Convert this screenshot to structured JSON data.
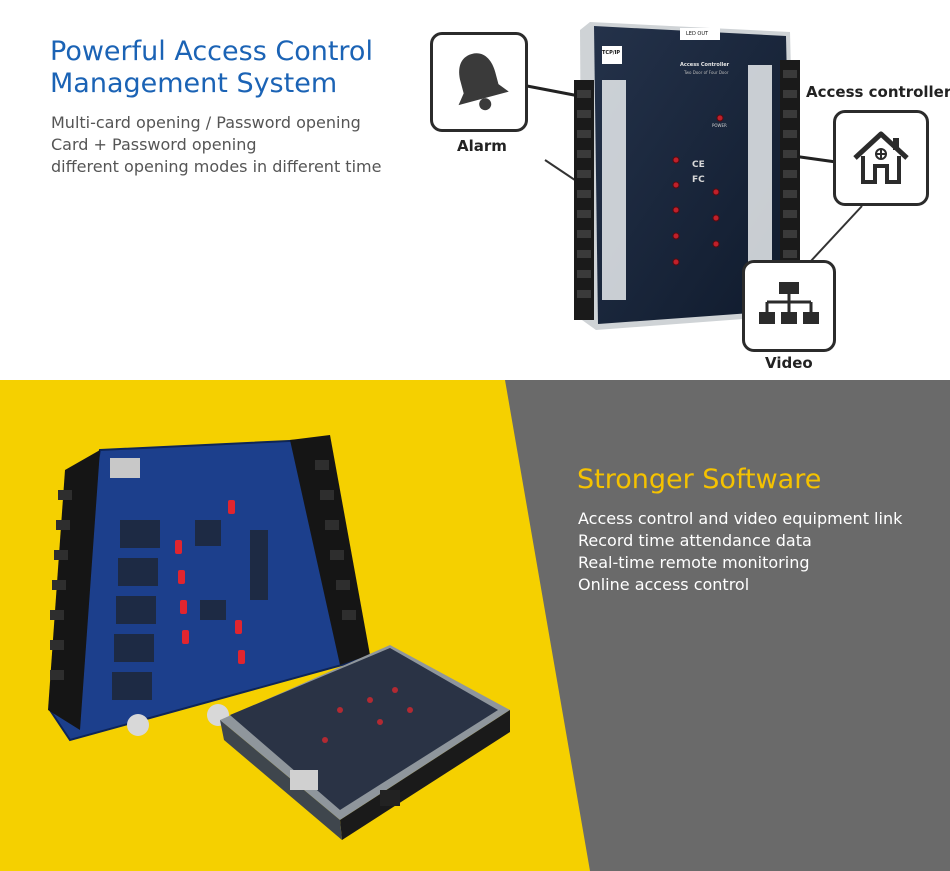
{
  "intro": {
    "headline_line1": "Powerful Access Control",
    "headline_line2": "Management System",
    "features": [
      "Multi-card opening / Password opening",
      "Card + Password opening",
      "different opening modes in different time"
    ]
  },
  "callouts": {
    "alarm": "Alarm",
    "access_controller": "Access controller",
    "video": "Video"
  },
  "board_text": {
    "tcp_ip": "TCP/IP",
    "title": "Access Controller",
    "subtitle": "Two Door of Four Door",
    "power": "POWER",
    "led_out": "LED OUT",
    "ce": "CE",
    "fc": "FC"
  },
  "software": {
    "title": "Stronger Software",
    "features": [
      "Access control and video equipment link",
      "Record time attendance data",
      "Real-time remote monitoring",
      "Online access control"
    ]
  },
  "colors": {
    "headline_blue": "#1b63b5",
    "yellow": "#f5d000",
    "grey": "#6a6a6a",
    "software_title": "#f5c200"
  }
}
